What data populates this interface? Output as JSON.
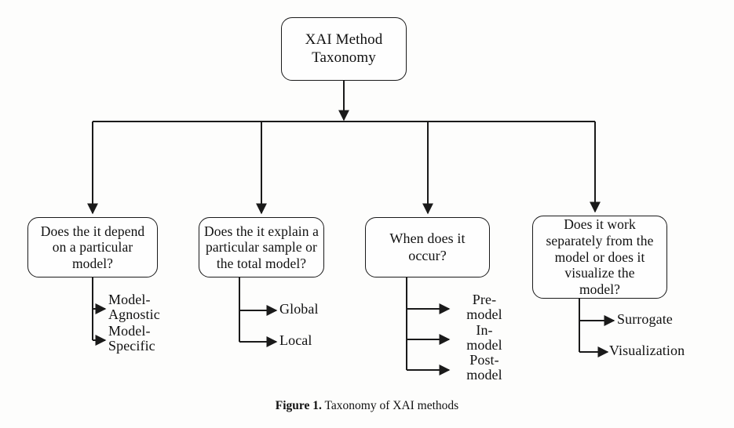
{
  "figure": {
    "caption_label": "Figure 1.",
    "caption_text": "Taxonomy of XAI methods",
    "line_color": "#1a1a1a",
    "text_color": "#111111",
    "background_color": "#fdfdfc"
  },
  "root": {
    "label": "XAI Method\nTaxonomy"
  },
  "branches": [
    {
      "question": "Does the it depend\non a particular\nmodel?",
      "leaves": [
        {
          "label": "Model-\nAgnostic"
        },
        {
          "label": "Model-\nSpecific"
        }
      ]
    },
    {
      "question": "Does the it explain a\nparticular sample or\nthe total model?",
      "leaves": [
        {
          "label": "Global"
        },
        {
          "label": "Local"
        }
      ]
    },
    {
      "question": "When does it occur?",
      "leaves": [
        {
          "label": "Pre-\nmodel"
        },
        {
          "label": "In-\nmodel"
        },
        {
          "label": "Post-\nmodel"
        }
      ]
    },
    {
      "question": "Does it work\nseparately from the\nmodel or does it\nvisualize the\nmodel?",
      "leaves": [
        {
          "label": "Surrogate"
        },
        {
          "label": "Visualization"
        }
      ]
    }
  ]
}
